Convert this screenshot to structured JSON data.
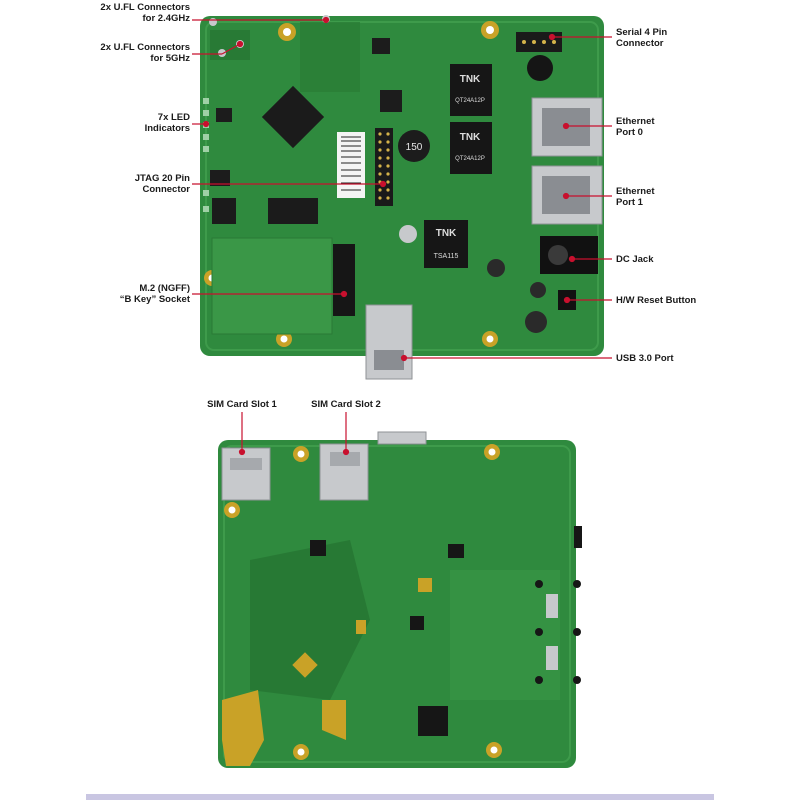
{
  "colors": {
    "board": "#2f8a3e",
    "board_dark": "#1f6a2c",
    "board_light": "#4aa352",
    "leader_line": "#c8102e",
    "gold": "#c9a227",
    "metal": "#c7c9cc"
  },
  "top_view": {
    "labels_left": {
      "ufl_24": "2x U.FL Connectors\nfor 2.4GHz",
      "ufl_5": "2x U.FL Connectors\nfor 5GHz",
      "led": "7x LED\nIndicators",
      "jtag": "JTAG 20 Pin\nConnector",
      "m2": "M.2 (NGFF)\n“B Key” Socket"
    },
    "labels_right": {
      "serial": "Serial 4 Pin\nConnector",
      "eth0": "Ethernet\nPort 0",
      "eth1": "Ethernet\nPort 1",
      "dc": "DC Jack",
      "reset": "H/W Reset Button",
      "usb": "USB 3.0 Port"
    },
    "chip_text": {
      "tnk1": "TNK",
      "tnk1_sub": "QT24A12P",
      "tnk2": "TNK",
      "tnk2_sub": "QT24A12P",
      "tnk3": "TNK",
      "tnk3_sub": "TSA115",
      "inductor": "150"
    }
  },
  "bottom_view": {
    "labels": {
      "sim1": "SIM Card Slot 1",
      "sim2": "SIM Card Slot 2"
    }
  }
}
